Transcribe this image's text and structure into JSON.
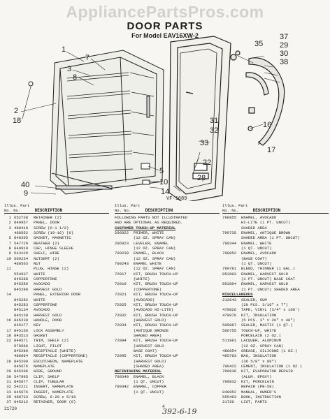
{
  "watermark": "AppliancePartsPros.com",
  "title": "DOOR PARTS",
  "subtitle": "For Model EAV16XW-2",
  "figure_code": "VF-1689",
  "callouts": [
    "1",
    "3",
    "8",
    "7",
    "2",
    "18",
    "40",
    "9",
    "37",
    "35",
    "29",
    "30",
    "38",
    "16",
    "17",
    "31",
    "32",
    "33",
    "22",
    "28",
    "5",
    "10",
    "14"
  ],
  "table_headers": {
    "ill_part": "Illus. Part No.  No.",
    "description": "DESCRIPTION"
  },
  "col1": [
    [
      "1",
      "652738",
      "RETAINER (2)"
    ],
    [
      "2",
      "849957",
      "PANEL, DOOR"
    ],
    [
      "3",
      "488419",
      "SCREW (6-1 1/2)"
    ],
    [
      "",
      "488552",
      "SCREW (10-16) (6)"
    ],
    [
      "5",
      "848395",
      "GASKET, MAGNETIC"
    ],
    [
      "7",
      "547729",
      "REATHER (2)"
    ],
    [
      "8",
      "849919",
      "CAP, HINGE SLEEVE"
    ],
    [
      "9",
      "543129",
      "SHELF, WIRE"
    ],
    [
      "10",
      "509234",
      "NUTSERT (2)"
    ],
    [
      "",
      "488563",
      "NUT"
    ],
    [
      "11",
      "",
      "PLUG, HINGE (2)"
    ],
    [
      "",
      "554937",
      "WHITE"
    ],
    [
      "",
      "845288",
      "COPPERTONE"
    ],
    [
      "",
      "845289",
      "AVOCADO"
    ],
    [
      "",
      "845290",
      "HARVEST GOLD"
    ],
    [
      "14",
      "",
      "PANEL, EXTERIOR DOOR"
    ],
    [
      "",
      "845282",
      "WHITE"
    ],
    [
      "",
      "845283",
      "COPPERTONE"
    ],
    [
      "",
      "845134",
      "AVOCADO"
    ],
    [
      "",
      "845138",
      "HARVEST GOLD"
    ],
    [
      "16",
      "845239",
      "HANDLE, DOOR"
    ],
    [
      "",
      "845177",
      "KEY"
    ],
    [
      "17",
      "845156",
      "LOCK ASSEMBLY"
    ],
    [
      "18",
      "843513",
      "GASKET"
    ],
    [
      "22",
      "849571",
      "TRIM, SHELF (2)"
    ],
    [
      "",
      "570566",
      "LIGHT, PILOT"
    ],
    [
      "",
      "845280",
      "RECEPTACLE (WHITE)"
    ],
    [
      "",
      "486064",
      "RECEPTACLE (COPPERTONE)"
    ],
    [
      "28",
      "845209",
      "ESCUTCHEON, NAMEPLATE"
    ],
    [
      "",
      "845676",
      "NAMEPLATE"
    ],
    [
      "29",
      "845296",
      "WIRE, GROUND"
    ],
    [
      "30",
      "547995",
      "CLIP, SHELF"
    ],
    [
      "31",
      "845677",
      "CLIP, TUBULAR"
    ],
    [
      "32",
      "542211",
      "INSERT, NAMEPLATE"
    ],
    [
      "33",
      "845676",
      "INSERT, NAMEPLATE"
    ],
    [
      "35",
      "488733",
      "SCREW, 6-20 x 5/16"
    ],
    [
      "37",
      "845212",
      "RETAINER, DOOR (6)"
    ]
  ],
  "col2": [
    [
      "FOLLOWING PARTS NOT ILLUSTRATED"
    ],
    [
      "AND ARE OPTIONAL AS REQUIRED."
    ],
    [
      "CUSTOMER TOUCH-UP MATERIAL",
      "sec"
    ],
    [
      "206922  PRIMER, WHITE"
    ],
    [
      "        (12 OZ. SPRAY CAN)"
    ],
    [
      "206923  LEVELER, ENAMEL"
    ],
    [
      "        (12 OZ. SPRAY CAN)"
    ],
    [
      "799239  ENAMEL, BLACK"
    ],
    [
      "        (12 OZ. SPRAY CAN)"
    ],
    [
      "799243  ENAMEL WHITE"
    ],
    [
      "        (12 OZ. SPRAY CAN)"
    ],
    [
      "72017   KIT, BRUSH TOUCH-UP"
    ],
    [
      "        (WHITE)"
    ],
    [
      "72019   KIT, BRUSH TOUCH-UP"
    ],
    [
      "        (COPPERTONE)"
    ],
    [
      "72021   KIT, BRUSH TOUCH-UP"
    ],
    [
      "        (AVOCADO)"
    ],
    [
      "72025   KIT, BRUSH TOUCH-UP"
    ],
    [
      "        (AVOCADO HI-LITE)"
    ],
    [
      "72032   KIT, BRUSH TOUCH-UP"
    ],
    [
      "        (HARVEST GOLD)"
    ],
    [
      "72034   KIT, BRUSH TOUCH-UP"
    ],
    [
      "        (ANTIQUE BRONZE"
    ],
    [
      "        SHADED AREA)"
    ],
    [
      "72094   KIT, BRUSH TOUCH-UP"
    ],
    [
      "        (HARVEST GOLD"
    ],
    [
      "        BASE COAT)"
    ],
    [
      "72095   KIT, BRUSH TOUCH-UP"
    ],
    [
      "        (HARVEST GOLD)"
    ],
    [
      "        (SHADED AREA)"
    ],
    [
      "REFINISHING MATERIAL",
      "sec"
    ],
    [
      "799340  ENAMEL, BLACK"
    ],
    [
      "        (1 QT. UNCUT)"
    ],
    [
      "799342  ENAMEL, COPPER"
    ],
    [
      "        (1 QT. UNCUT)"
    ]
  ],
  "col3": [
    [
      "798855  ENAMEL, AVOCADO"
    ],
    [
      "        HI-LITE (1 PT. UNCUT)"
    ],
    [
      "        SHADED AREA"
    ],
    [
      "799735  ENAMEL, ANTIQUE BROWN"
    ],
    [
      "        SHADED AREA (1 PT. UNCUT)"
    ],
    [
      "799344  ENAMEL, WHITE"
    ],
    [
      "        (1 QT. UNCUT)"
    ],
    [
      "798852  ENAMEL, AVOCADO"
    ],
    [
      "        (BASE COAT)"
    ],
    [
      "        (1 QT. UNCUT)"
    ],
    [
      "799781  BLEND, THINNER (1 GAL.)"
    ],
    [
      "853803  ENAMEL, HARVEST GOLD"
    ],
    [
      "        (1 PT. UNCUT) BASE COAT"
    ],
    [
      "853804  ENAMEL, HARVEST GOLD"
    ],
    [
      "        (1 PT. UNCUT) SHADED AREA"
    ],
    [
      "MISCELLANEOUS",
      "sec"
    ],
    [
      "212643  SEALER, GUM"
    ],
    [
      "        (20 PCS. 3/16\" x 7\")"
    ],
    [
      "479826  TAPE, VINYL (3/4\" x 108')"
    ],
    [
      "479976  KIT, INSULATION"
    ],
    [
      "        (5 PCS. 3\" x 26\" x 48\")"
    ],
    [
      "505887  SEALER, MASTIC (1 QT.)"
    ],
    [
      "506755  TOUCH-UP, WHITE"
    ],
    [
      "        PORCELAIN (2 OZ.)"
    ],
    [
      "511981  LACQUER, ALUMINUM"
    ],
    [
      "        (12 OZ. SPRAY CAN)"
    ],
    [
      "486654  GREASE, SILICONE (1 OZ.)"
    ],
    [
      "495763  BAG, INSULATION"
    ],
    [
      "        (36 5/8\" x 88\")"
    ],
    [
      "799422  CEMENT, INSULATION (1 OZ.)"
    ],
    [
      "799636  KIT, EVAPORATOR REPAIR"
    ],
    [
      "        (ALUM. EPOXY)"
    ],
    [
      "799832  KIT, PORCELAIN"
    ],
    [
      "        REPAIR (PB-58)"
    ],
    [
      "849952  MANUAL, OWNER'S"
    ],
    [
      "555493  BOOK, INSTRUCTION"
    ],
    [
      "21720   LIST, PARTS"
    ]
  ],
  "footer": {
    "code": "21720",
    "page": "4",
    "handwritten": "392-6-19"
  }
}
